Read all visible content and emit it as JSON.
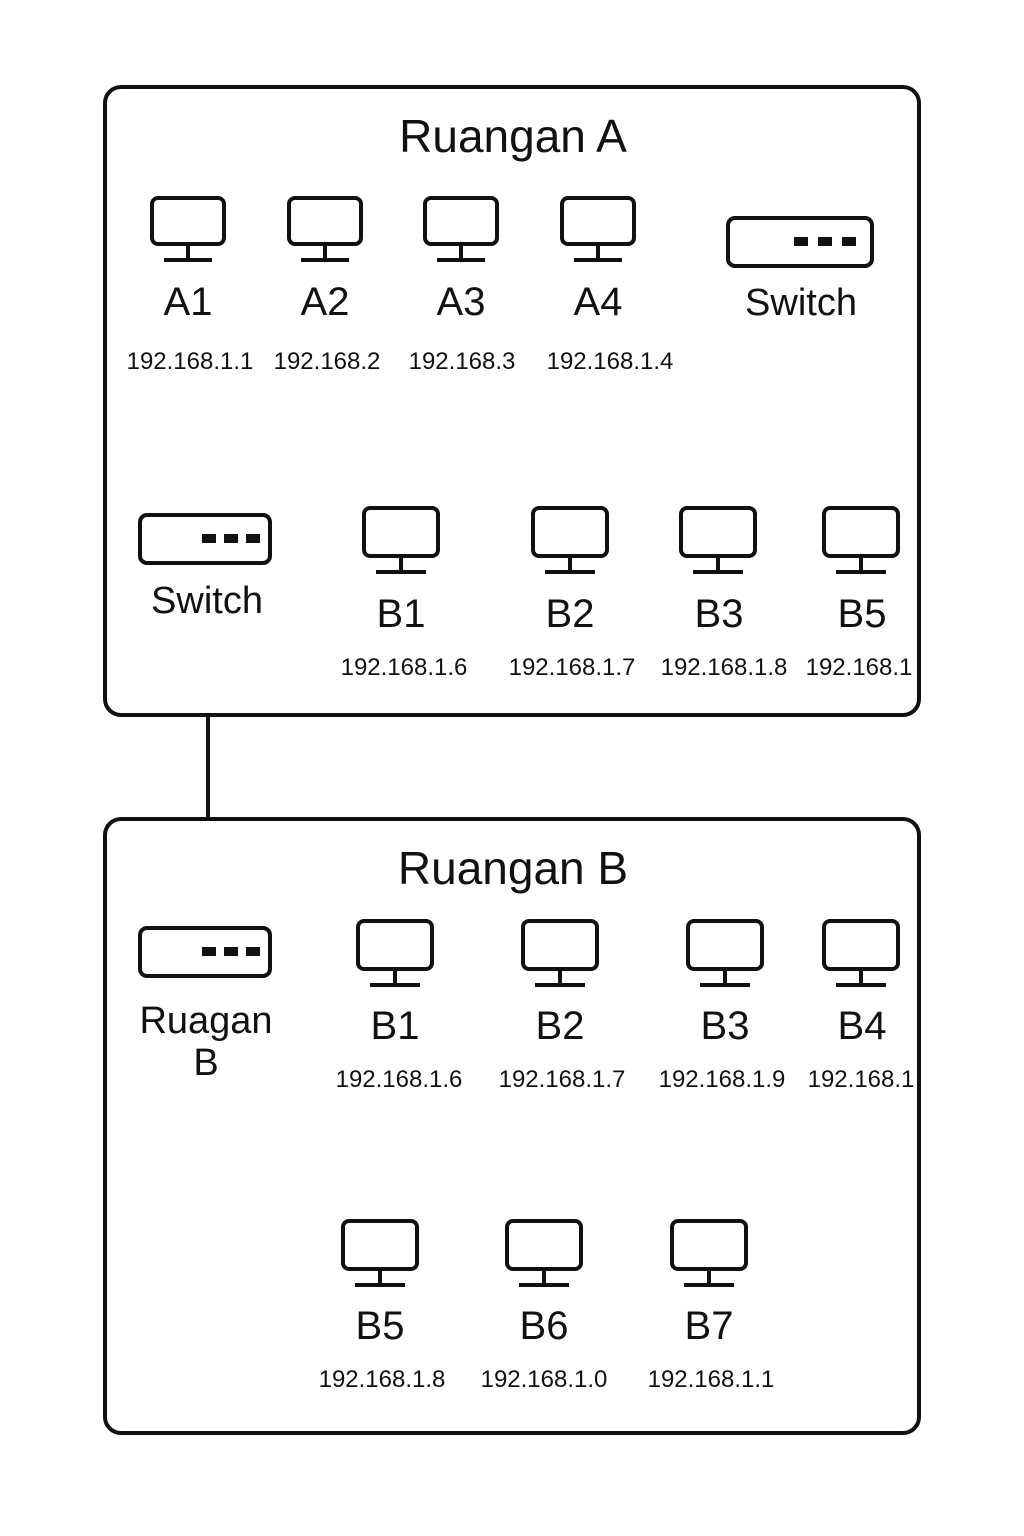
{
  "colors": {
    "stroke": "#111111",
    "background": "#ffffff"
  },
  "room_a": {
    "title": "Ruangan A",
    "switch_label": "Switch",
    "computers": [
      {
        "label": "A1",
        "ip": "192.168.1.1"
      },
      {
        "label": "A2",
        "ip": "192.168.2"
      },
      {
        "label": "A3",
        "ip": "192.168.3"
      },
      {
        "label": "A4",
        "ip": "192.168.1.4"
      }
    ],
    "lower_switch_label": "Switch",
    "lower_computers": [
      {
        "label": "B1",
        "ip": "192.168.1.6"
      },
      {
        "label": "B2",
        "ip": "192.168.1.7"
      },
      {
        "label": "B3",
        "ip": "192.168.1.8"
      },
      {
        "label": "B5",
        "ip": "192.168.1"
      }
    ]
  },
  "room_b": {
    "title": "Ruangan B",
    "switch_label": "Ruagan\nB",
    "computers_row1": [
      {
        "label": "B1",
        "ip": "192.168.1.6"
      },
      {
        "label": "B2",
        "ip": "192.168.1.7"
      },
      {
        "label": "B3",
        "ip": "192.168.1.9"
      },
      {
        "label": "B4",
        "ip": "192.168.1"
      }
    ],
    "computers_row2": [
      {
        "label": "B5",
        "ip": "192.168.1.8"
      },
      {
        "label": "B6",
        "ip": "192.168.1.0"
      },
      {
        "label": "B7",
        "ip": "192.168.1.1"
      }
    ]
  }
}
